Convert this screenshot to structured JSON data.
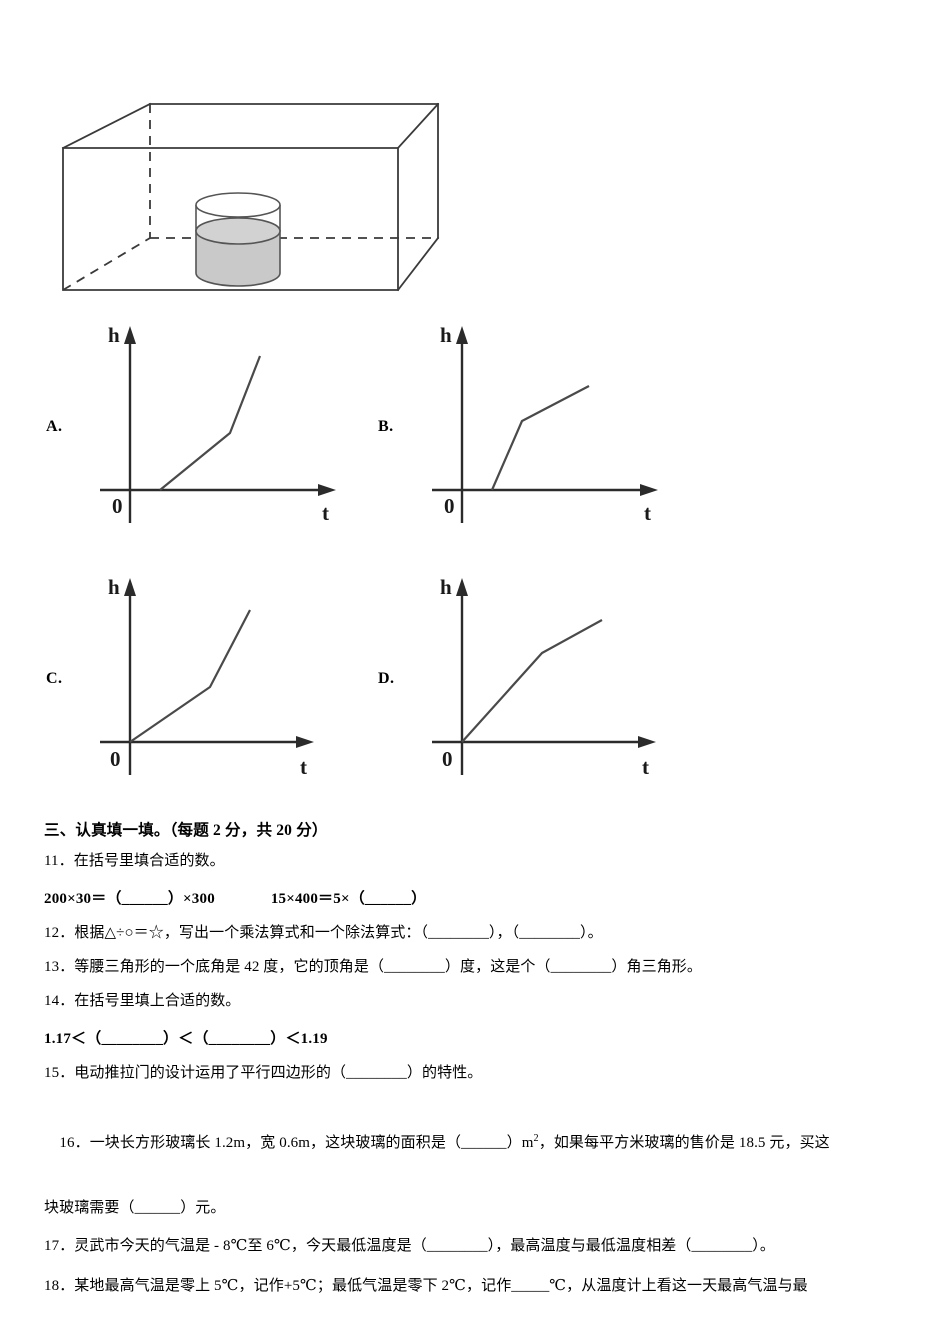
{
  "figure": {
    "caption_alt": "cuboid container with a cylinder of water inside",
    "cylinder_fill_color": "#c9c9c9",
    "outline_color": "#3a3a3a"
  },
  "graph_options": [
    {
      "letter": "A.",
      "y_axis_label": "h",
      "x_axis_label": "t",
      "origin_label": "0",
      "shape": "flat-start, gentle rise then steep rise"
    },
    {
      "letter": "B.",
      "y_axis_label": "h",
      "x_axis_label": "t",
      "origin_label": "0",
      "shape": "flat-start, steep rise then gentle rise"
    },
    {
      "letter": "C.",
      "y_axis_label": "h",
      "x_axis_label": "t",
      "origin_label": "0",
      "shape": "from origin, gentle rise then steep rise"
    },
    {
      "letter": "D.",
      "y_axis_label": "h",
      "x_axis_label": "t",
      "origin_label": "0",
      "shape": "from origin, steep rise then gentle rise"
    }
  ],
  "chart_data": {
    "type": "line",
    "title": "",
    "xlabel": "t",
    "ylabel": "h",
    "grid": false,
    "legend": "none",
    "xlim": [
      0,
      10
    ],
    "ylim": [
      0,
      10
    ],
    "series": [
      {
        "name": "A",
        "x": [
          1.4,
          4.6,
          6.4
        ],
        "y": [
          0,
          3.6,
          8.3
        ]
      },
      {
        "name": "B",
        "x": [
          1.5,
          2.9,
          6.2
        ],
        "y": [
          0,
          4.1,
          6.6
        ]
      },
      {
        "name": "C",
        "x": [
          0,
          4.0,
          6.2
        ],
        "y": [
          0,
          3.4,
          8.4
        ]
      },
      {
        "name": "D",
        "x": [
          0,
          4.0,
          7.2
        ],
        "y": [
          0,
          5.1,
          7.4
        ]
      }
    ]
  },
  "questions": {
    "section_heading": "三、认真填一填。（每题 2 分，共 20 分）",
    "q11": {
      "text": "11．在括号里填合适的数。",
      "formula_left": "200×30＝（______）×300",
      "formula_right": "15×400＝5×（______）"
    },
    "q12": "12．根据△÷○＝☆，写出一个乘法算式和一个除法算式：（________），（________）。",
    "q13": "13．等腰三角形的一个底角是 42 度，它的顶角是（________）度，这是个（________）角三角形。",
    "q14": {
      "text": "14．在括号里填上合适的数。",
      "formula": "1.17＜（________）＜（________）＜1.19"
    },
    "q15": "15．电动推拉门的设计运用了平行四边形的（________）的特性。",
    "q16": {
      "part1": "16．一块长方形玻璃长 1.2m，宽 0.6m，这块玻璃的面积是（______）m",
      "sup": "2",
      "part2": "，如果每平方米玻璃的售价是 18.5 元，买这",
      "part3": "块玻璃需要（______）元。"
    },
    "q17": "17．灵武市今天的气温是 - 8℃至 6℃，今天最低温度是（________），最高温度与最低温度相差（________）。",
    "q18": "18．某地最高气温是零上 5℃，记作+5℃；最低气温是零下 2℃，记作_____℃，从温度计上看这一天最高气温与最"
  }
}
